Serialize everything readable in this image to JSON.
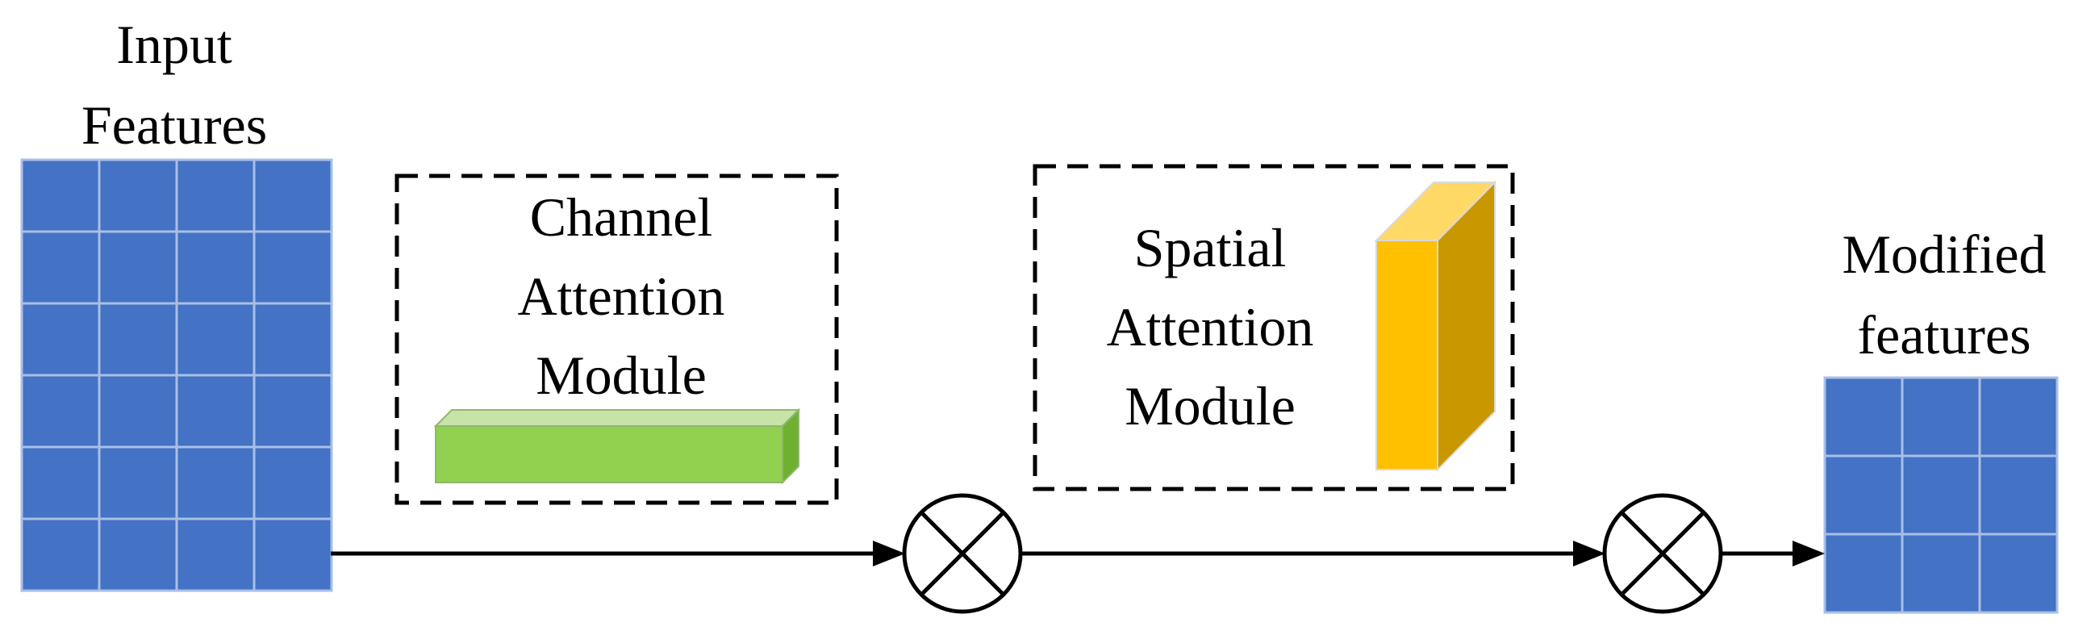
{
  "input_features": {
    "label_line1": "Input",
    "label_line2": "Features",
    "grid_rows": 6,
    "grid_cols": 4
  },
  "channel_attention": {
    "label_line1": "Channel",
    "label_line2": "Attention",
    "label_line3": "Module"
  },
  "spatial_attention": {
    "label_line1": "Spatial",
    "label_line2": "Attention",
    "label_line3": "Module"
  },
  "modified_features": {
    "label_line1": "Modified",
    "label_line2": "features",
    "grid_rows": 3,
    "grid_cols": 3
  },
  "colors": {
    "grid_fill": "#4472C4",
    "grid_lines": "#A9BFE6",
    "channel_block_front": "#92D050",
    "channel_block_top": "#C6E3A8",
    "channel_block_side": "#70B030",
    "spatial_block_front": "#FFC000",
    "spatial_block_top": "#FFD966",
    "spatial_block_side": "#C99700",
    "stroke": "#000000"
  }
}
